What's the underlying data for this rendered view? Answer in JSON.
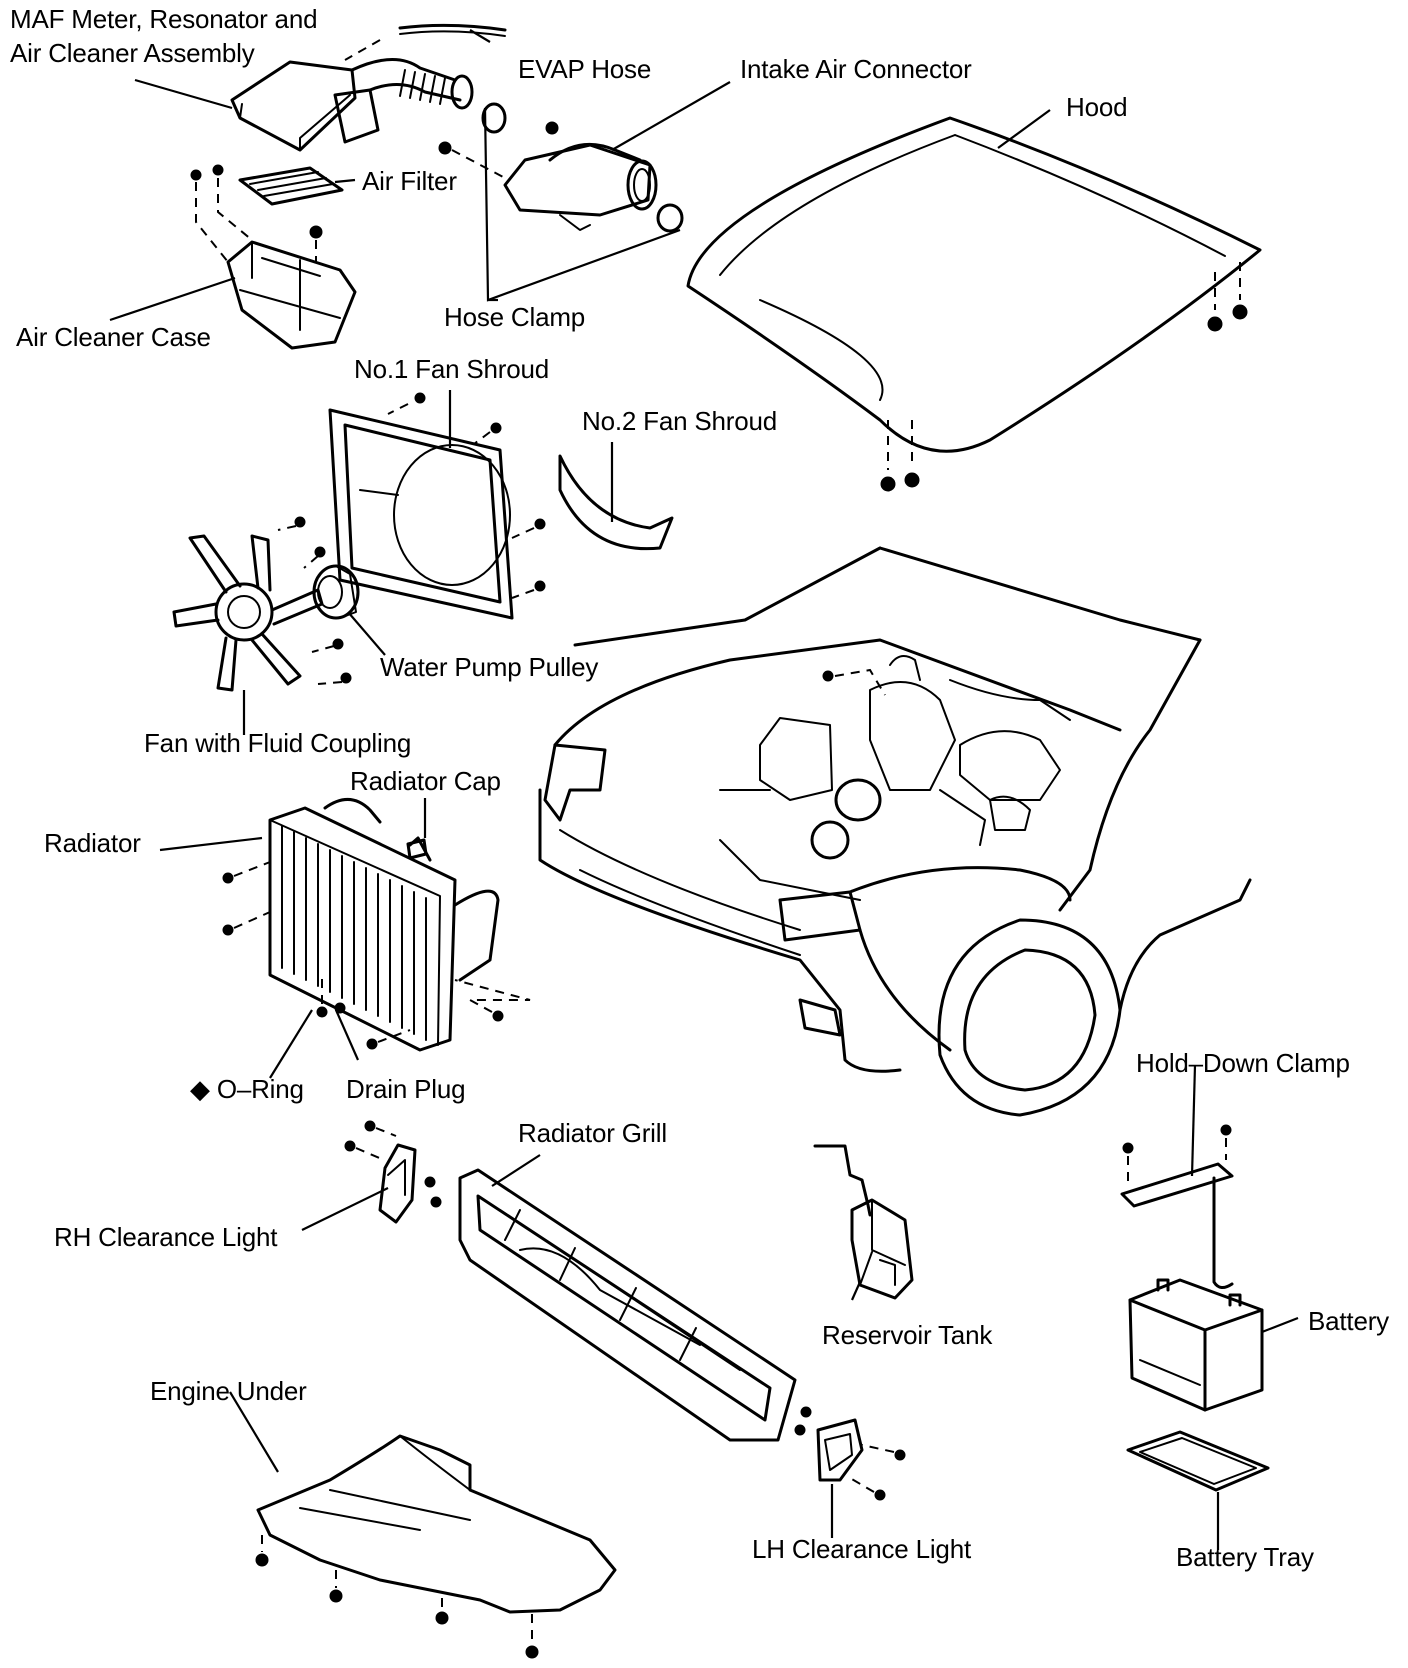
{
  "labels": {
    "maf_line1": "MAF Meter, Resonator and",
    "maf_line2": "Air Cleaner Assembly",
    "evap_hose": "EVAP Hose",
    "intake_air_connector": "Intake Air Connector",
    "hood": "Hood",
    "air_filter": "Air Filter",
    "hose_clamp": "Hose Clamp",
    "air_cleaner_case": "Air Cleaner Case",
    "no1_fan_shroud": "No.1 Fan Shroud",
    "no2_fan_shroud": "No.2 Fan Shroud",
    "water_pump_pulley": "Water Pump Pulley",
    "fan_fluid_coupling": "Fan with Fluid Coupling",
    "radiator_cap": "Radiator Cap",
    "radiator": "Radiator",
    "o_ring": "◆ O–Ring",
    "drain_plug": "Drain Plug",
    "hold_down_clamp": "Hold–Down Clamp",
    "radiator_grill": "Radiator Grill",
    "rh_clearance_light": "RH Clearance Light",
    "reservoir_tank": "Reservoir Tank",
    "battery": "Battery",
    "engine_under": "Engine Under",
    "lh_clearance_light": "LH Clearance Light",
    "battery_tray": "Battery Tray"
  },
  "colors": {
    "ink": "#000000",
    "paper": "#ffffff"
  }
}
